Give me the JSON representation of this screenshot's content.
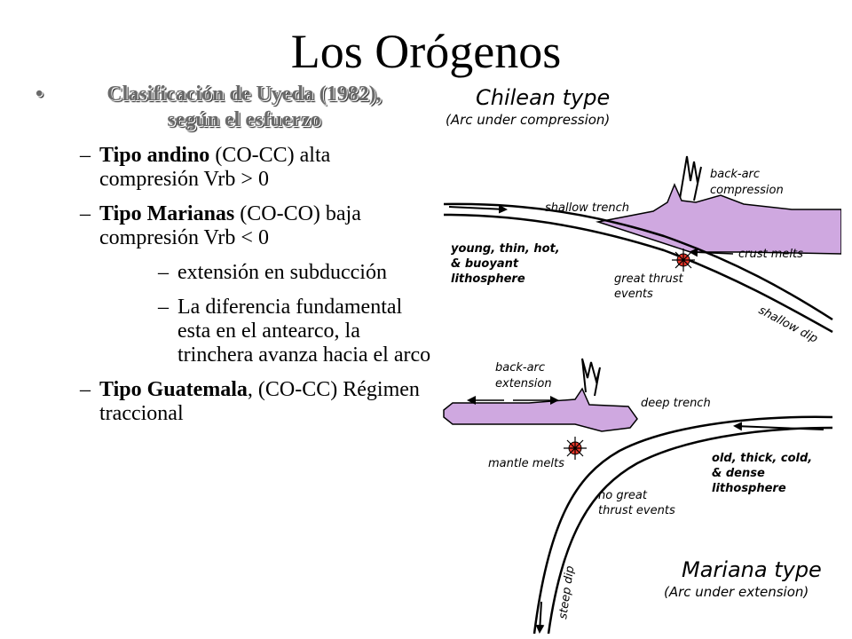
{
  "title": "Los Orógenos",
  "heading": {
    "bullet": "•",
    "line1": "Clasificación de Uyeda (1982),",
    "line2": "según el esfuerzo"
  },
  "items": [
    {
      "dash": "–",
      "bold": "Tipo andino",
      "rest": " (CO-CC) alta compresión Vrb > 0"
    },
    {
      "dash": "–",
      "bold": "Tipo Marianas",
      "rest": " (CO-CO) baja compresión Vrb < 0"
    }
  ],
  "subitems": [
    {
      "dash": "–",
      "text": "extensión en subducción"
    },
    {
      "dash": "–",
      "text": "La diferencia fundamental esta en el antearco, la trinchera avanza hacia el arco"
    }
  ],
  "last_item": {
    "dash": "–",
    "bold": "Tipo Guatemala",
    "rest": ", (CO-CC) Régimen traccional"
  },
  "diagram": {
    "chilean": {
      "title": "Chilean type",
      "subtitle": "(Arc under compression)",
      "back_arc": "back-arc",
      "compression": "compression",
      "shallow_trench": "shallow trench",
      "young1": "young, thin, hot,",
      "young2": "& buoyant",
      "young3": "lithosphere",
      "crust_melts": "crust melts",
      "great_thrust1": "great thrust",
      "great_thrust2": "events",
      "shallow_dip": "shallow dip"
    },
    "mariana": {
      "back_arc": "back-arc",
      "extension": "extension",
      "deep_trench": "deep trench",
      "mantle_melts": "mantle melts",
      "old1": "old, thick, cold,",
      "old2": "& dense",
      "old3": "lithosphere",
      "no_great1": "no great",
      "no_great2": "thrust events",
      "steep_dip": "steep dip",
      "title": "Mariana type",
      "subtitle": "(Arc under extension)"
    },
    "colors": {
      "crust": "#cfa8e0",
      "melt": "#e8372a",
      "line": "#000000"
    }
  }
}
